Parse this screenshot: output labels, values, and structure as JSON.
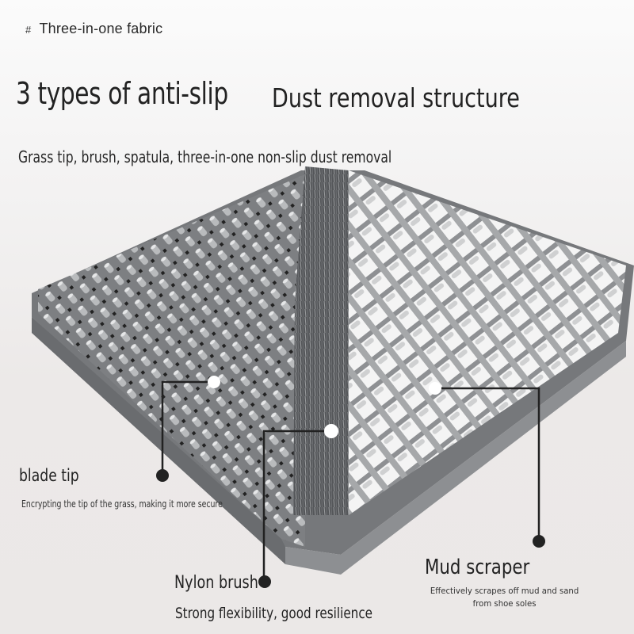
{
  "header": {
    "tag_symbol": "#",
    "tag_label": "Three-in-one fabric",
    "title_part1": "3 types of anti-slip",
    "title_part2": "Dust removal structure",
    "subtitle": "Grass tip, brush, spatula, three-in-one non-slip dust removal"
  },
  "callouts": [
    {
      "title": "blade tip",
      "description": "Encrypting the tip of the grass, making it more secure"
    },
    {
      "title": "Nylon brush",
      "description": "Strong flexibility, good resilience"
    },
    {
      "title": "Mud scraper",
      "description": "Effectively scrapes off mud and sand from shoe soles"
    }
  ],
  "colors": {
    "background": "#ebe8e7",
    "text": "#222222",
    "mat_gray": "#8a8c8f",
    "callout_line": "#222222",
    "marker": "#ffffff"
  }
}
